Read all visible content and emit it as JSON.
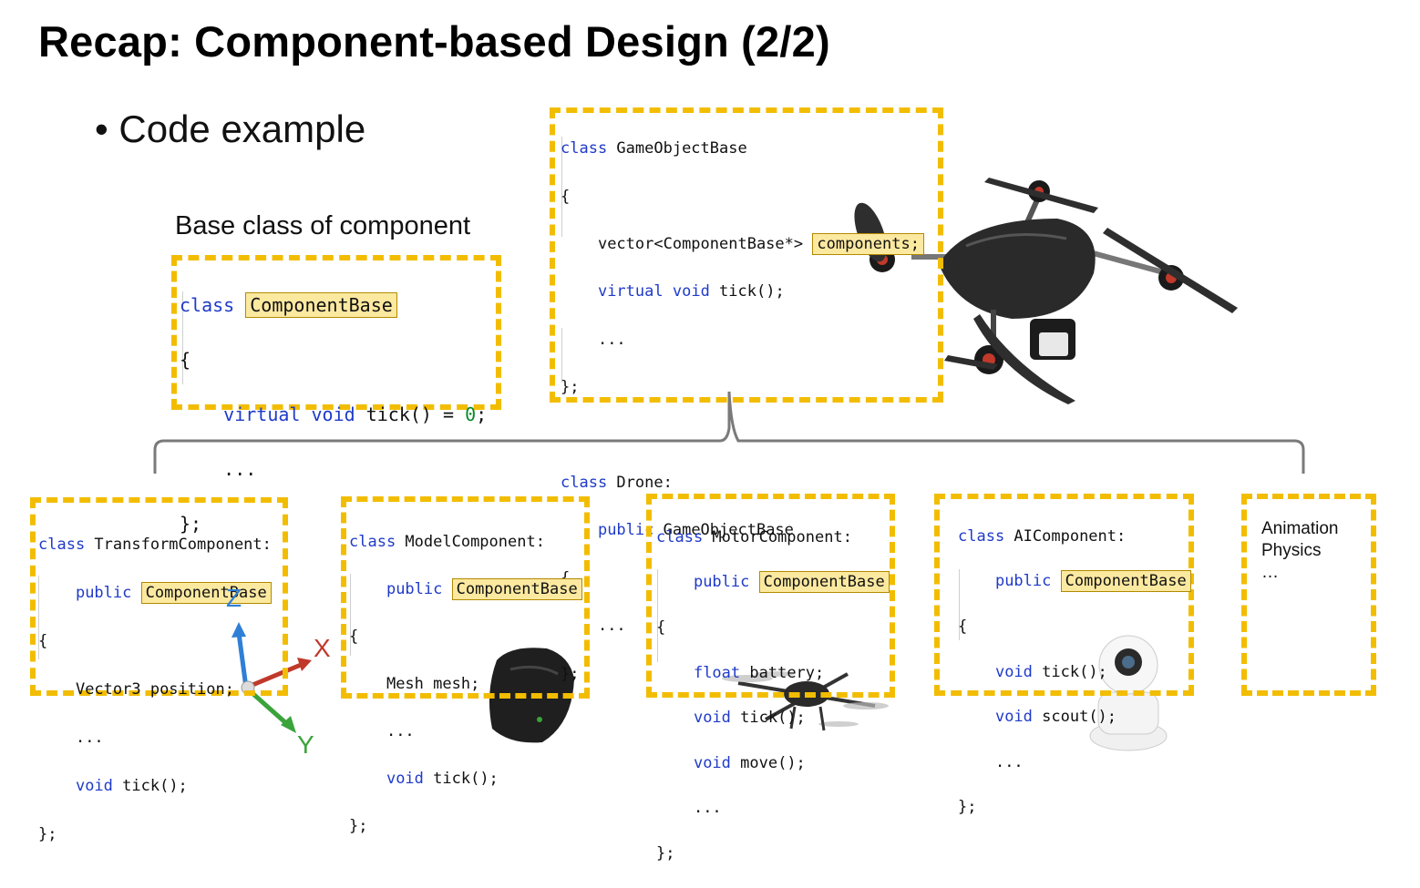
{
  "slide": {
    "title": "Recap: Component-based Design (2/2)",
    "bullet": "• Code example",
    "base_label": "Base class of component"
  },
  "base_box": {
    "kw_class": "class",
    "name": "ComponentBase",
    "open": "{",
    "kw_virtual": "virtual",
    "kw_void": "void",
    "method": " tick() = ",
    "zero": "0",
    "semi": ";",
    "ellipsis": "...",
    "close": "};"
  },
  "gameobject_box": {
    "kw_class": "class",
    "name": " GameObjectBase",
    "open": "{",
    "vector_decl": "vector<ComponentBase*>",
    "components": "components;",
    "kw_virtual": "virtual",
    "kw_void": "void",
    "tick": " tick();",
    "ellipsis": "...",
    "close": "};",
    "kw_class2": "class",
    "drone": " Drone:",
    "kw_public": "public",
    "base": " GameObjectBase",
    "open2": "{",
    "ellipsis2": "...",
    "close2": "};"
  },
  "transform_box": {
    "kw_class": "class",
    "name": " TransformComponent:",
    "kw_public": "public",
    "base": "ComponentBase",
    "open": "{",
    "field": "Vector3 position;",
    "ellipsis": "...",
    "kw_void": "void",
    "tick": " tick();",
    "close": "};"
  },
  "model_box": {
    "kw_class": "class",
    "name": " ModelComponent:",
    "kw_public": "public",
    "base": "ComponentBase",
    "open": "{",
    "field": "Mesh mesh;",
    "ellipsis": "...",
    "kw_void": "void",
    "tick": " tick();",
    "close": "};"
  },
  "motor_box": {
    "kw_class": "class",
    "name": " MotorComponent:",
    "kw_public": "public",
    "base": "ComponentBase",
    "open": "{",
    "kw_float": "float",
    "battery": " battery;",
    "kw_void1": "void",
    "tick": " tick();",
    "kw_void2": "void",
    "move": " move();",
    "ellipsis": "...",
    "close": "};"
  },
  "ai_box": {
    "kw_class": "class",
    "name": " AIComponent:",
    "kw_public": "public",
    "base": "ComponentBase",
    "open": "{",
    "kw_void1": "void",
    "tick": " tick();",
    "kw_void2": "void",
    "scout": " scout();",
    "ellipsis": "...",
    "close": "};"
  },
  "other_box": {
    "line1": "Animation",
    "line2": "Physics",
    "line3": "…"
  },
  "axes": {
    "z": "Z",
    "x": "X",
    "y": "Y"
  },
  "colors": {
    "dash": "#f2bd00",
    "keyword": "#1f3ac9",
    "highlight": "#fce9a0",
    "number": "#0a8a2a"
  }
}
